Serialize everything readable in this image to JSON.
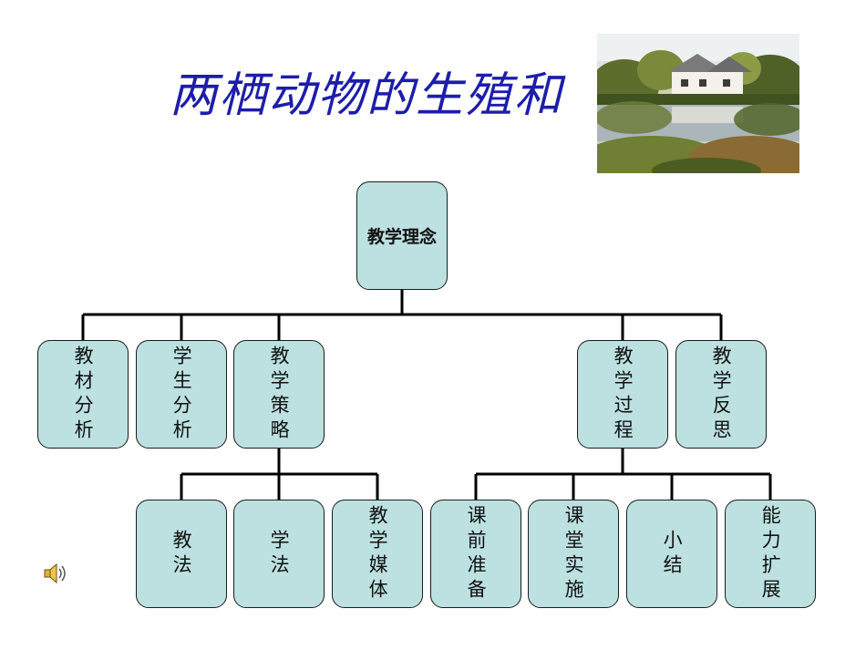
{
  "slide": {
    "title": "两栖动物的生殖和"
  },
  "diagram": {
    "root": "教学理念",
    "level1": [
      "教材分析",
      "学生分析",
      "教学策略",
      "教学过程",
      "教学反思"
    ],
    "strategy_children": [
      "教法",
      "学法",
      "教学媒体"
    ],
    "process_children": [
      "课前准备",
      "课堂实施",
      "小结",
      "能力扩展"
    ]
  },
  "colors": {
    "title": "#1d1daa",
    "node_fill": "#bde1e1",
    "line": "#000000"
  },
  "icons": [
    "landscape-photo",
    "speaker-icon"
  ]
}
